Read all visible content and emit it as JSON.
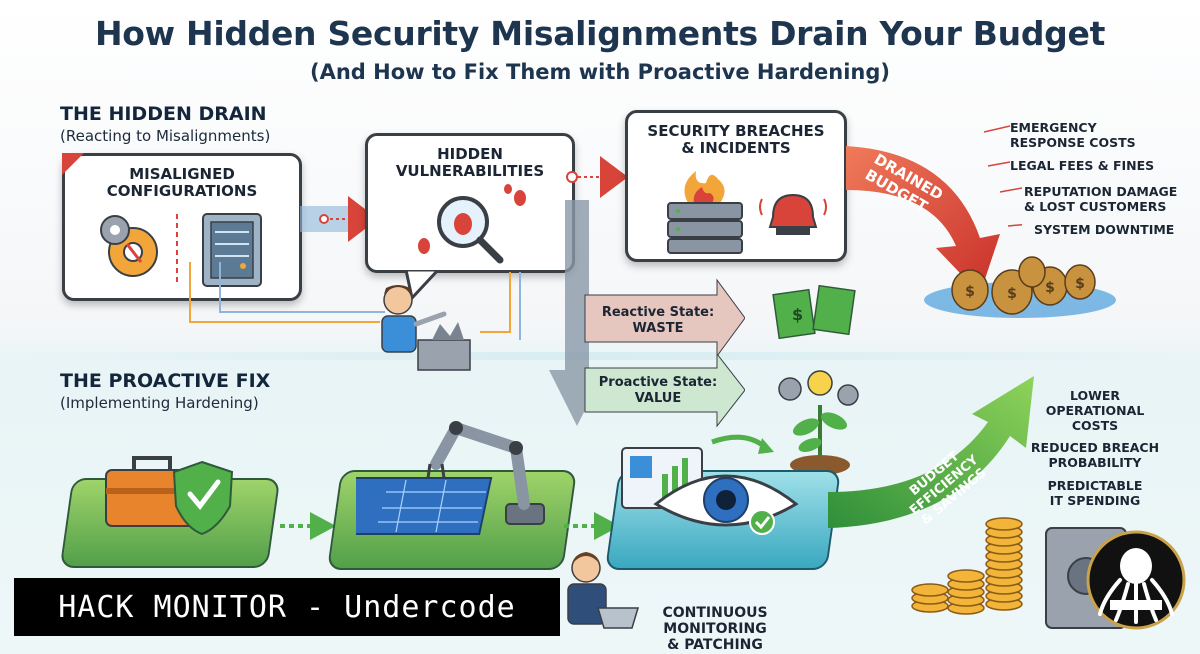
{
  "header": {
    "title": "How Hidden Security Misalignments Drain Your Budget",
    "subtitle": "(And How to Fix Them with Proactive Hardening)"
  },
  "drain": {
    "heading": "THE HIDDEN DRAIN",
    "subheading": "(Reacting to Misalignments)",
    "panel1": "MISALIGNED\nCONFIGURATIONS",
    "panel2": "HIDDEN\nVULNERABILITIES",
    "panel3": "SECURITY BREACHES\n& INCIDENTS",
    "arrow_label": "DRAINED BUDGET",
    "costs": [
      "EMERGENCY\nRESPONSE COSTS",
      "LEGAL FEES & FINES",
      "REPUTATION DAMAGE\n& LOST CUSTOMERS",
      "SYSTEM DOWNTIME"
    ]
  },
  "states": {
    "reactive": "Reactive State:\nWASTE",
    "proactive": "Proactive State:\nVALUE"
  },
  "fix": {
    "heading": "THE PROACTIVE FIX",
    "subheading": "(Implementing Hardening)",
    "monitoring": "CONTINUOUS\nMONITORING\n& PATCHING",
    "arrow_label": "BUDGET EFFICIENCY\n& SAVINGS",
    "benefits": [
      "LOWER\nOPERATIONAL\nCOSTS",
      "REDUCED BREACH\nPROBABILITY",
      "PREDICTABLE\nIT SPENDING"
    ]
  },
  "watermark": {
    "banner": "HACK MONITOR - Undercode"
  },
  "colors": {
    "red": "#d8443a",
    "green": "#52b04a",
    "blue": "#3a8fd8",
    "navy": "#1e3550"
  }
}
